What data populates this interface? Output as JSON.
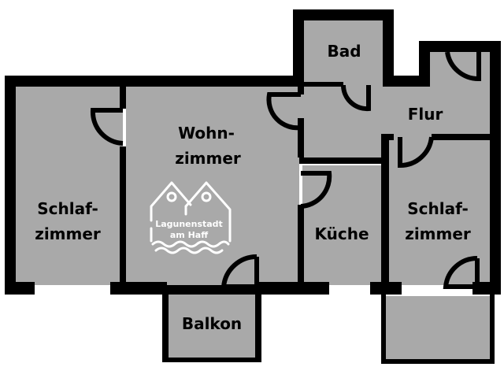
{
  "floor_plan": {
    "colors": {
      "wall": "#000000",
      "floor": "#a9a9a9",
      "background": "#ffffff",
      "logo": "#ffffff"
    },
    "rooms": {
      "bad": "Bad",
      "flur": "Flur",
      "wohnzimmer_line1": "Wohn-",
      "wohnzimmer_line2": "zimmer",
      "schlafzimmer_left_line1": "Schlaf-",
      "schlafzimmer_left_line2": "zimmer",
      "kueche": "Küche",
      "schlafzimmer_right_line1": "Schlaf-",
      "schlafzimmer_right_line2": "zimmer",
      "balkon": "Balkon"
    },
    "logo": {
      "icon": "two-houses-waves-icon",
      "line1": "Lagunenstadt",
      "line2": "am Haff"
    }
  }
}
